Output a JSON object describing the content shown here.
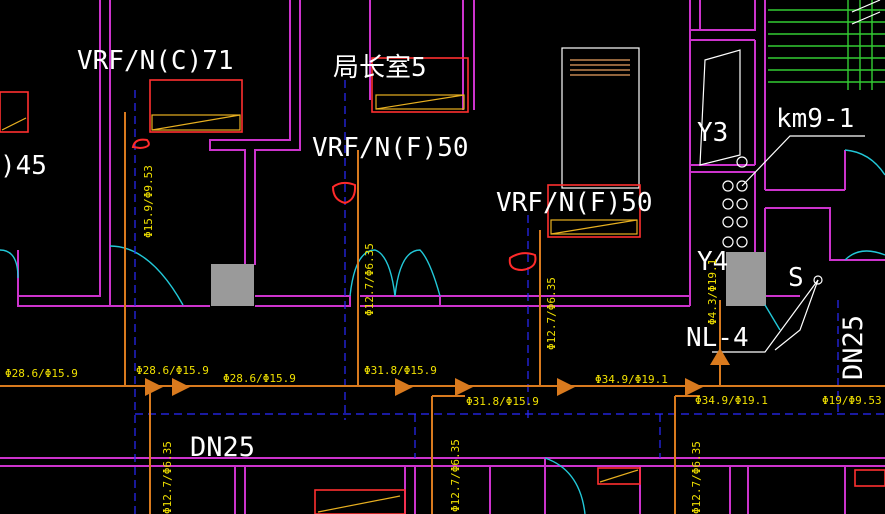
{
  "labels": {
    "vrf_71": "VRF/N(C)71",
    "office": "局长室5",
    "vrf_50a": "VRF/N(F)50",
    "vrf_50b": "VRF/N(F)50",
    "left_45": ")45",
    "y3": "Y3",
    "y4": "Y4",
    "km": "km9-1",
    "s": "S",
    "nl4": "NL-4",
    "dn25_bottom": "DN25",
    "dn25_right": "DN25"
  },
  "pipe_labels": {
    "p1": "Φ28.6/Φ15.9",
    "p2": "Φ28.6/Φ15.9",
    "p3": "Φ28.6/Φ15.9",
    "p4": "Φ31.8/Φ15.9",
    "p5": "Φ31.8/Φ15.9",
    "p6": "Φ34.9/Φ19.1",
    "p7": "Φ34.9/Φ19.1",
    "p8": "Φ19/Φ9.53",
    "v1": "Φ15.9/Φ9.53",
    "v2": "Φ12.7/Φ6.35",
    "v3": "Φ12.7/Φ6.35",
    "v4": "Φ4.3/Φ19.1",
    "v5": "Φ12.7/Φ6.35",
    "v6": "Φ12.7/Φ6.35",
    "v7": "Φ12.7/Φ6.35"
  },
  "colors": {
    "background": "#000000",
    "wall": "#cc33cc",
    "pipe": "#d97a1e",
    "dashed_line": "#2a2aff",
    "door_arc": "#22c8d8",
    "markup": "#ff2a2a",
    "pipe_text": "#f0e000",
    "label_text": "#ffffff"
  }
}
